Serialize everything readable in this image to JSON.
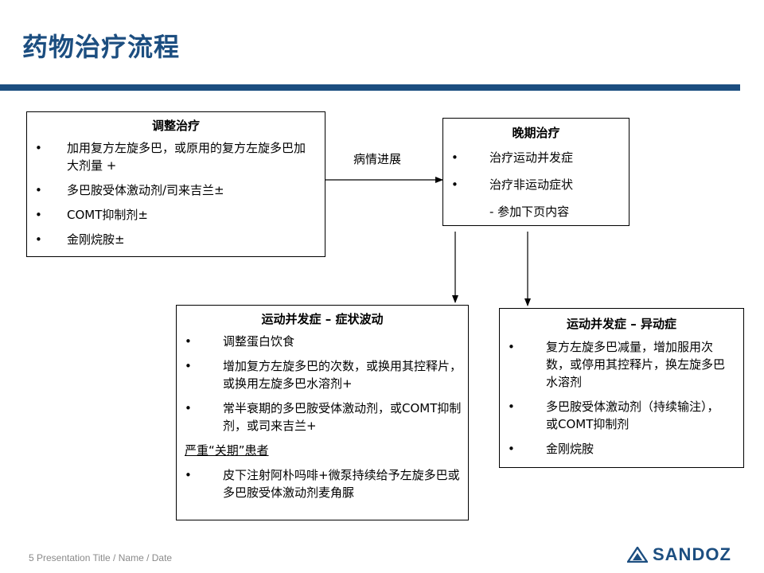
{
  "slide": {
    "title": "药物治疗流程",
    "footer": "5 Presentation Title / Name / Date",
    "logo_text": "SANDOZ",
    "accent_color": "#1c4e80"
  },
  "box_adjust": {
    "title": "调整治疗",
    "items": [
      "加用复方左旋多巴，或原用的复方左旋多巴加大剂量 +",
      "多巴胺受体激动剂/司来吉兰±",
      "COMT抑制剂±",
      "金刚烷胺±"
    ]
  },
  "arrow_label": "病情进展",
  "box_late": {
    "title": "晚期治疗",
    "items": [
      "治疗运动并发症",
      "治疗非运动症状"
    ],
    "note": "- 参加下页内容"
  },
  "box_fluct": {
    "title": "运动并发症 – 症状波动",
    "items": [
      "调整蛋白饮食",
      "增加复方左旋多巴的次数，或换用其控释片，或换用左旋多巴水溶剂+",
      "常半衰期的多巴胺受体激动剂，或COMT抑制剂，或司来吉兰+"
    ],
    "subheading": "严重“关期”患者",
    "severe_items": [
      "皮下注射阿朴吗啡+微泵持续给予左旋多巴或多巴胺受体激动剂麦角脲"
    ]
  },
  "box_dysk": {
    "title": "运动并发症 – 异动症",
    "items": [
      "复方左旋多巴减量，增加服用次数，或停用其控释片，换左旋多巴水溶剂",
      "多巴胺受体激动剂（持续输注），或COMT抑制剂",
      "金刚烷胺"
    ]
  },
  "bullet": "•"
}
